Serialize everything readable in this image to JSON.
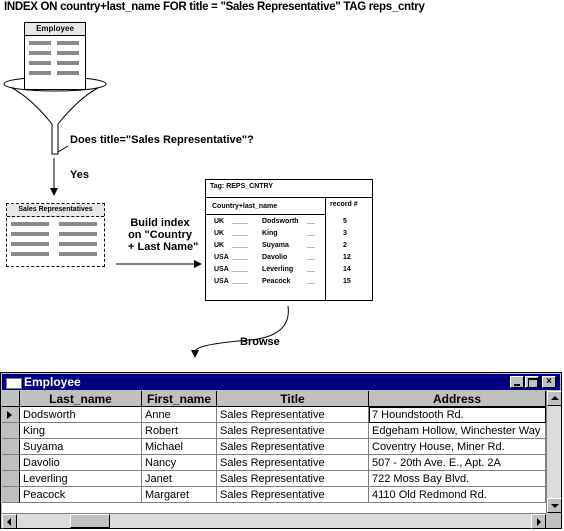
{
  "command": "INDEX ON country+last_name FOR title = \"Sales Representative\" TAG reps_cntry",
  "diagram": {
    "source_label": "Employee",
    "question": "Does title=\"Sales Representative\"?",
    "yes": "Yes",
    "filtered_label": "Sales Representatives",
    "build_line1": "Build index",
    "build_line2": "on \"Country",
    "build_line3": "+ Last Name\"",
    "browse": "Browse",
    "index": {
      "tag": "Tag: REPS_CNTRY",
      "key_header": "Country+last_name",
      "rec_header": "record #",
      "rows": [
        {
          "country": "UK",
          "name": "Dodsworth",
          "rec": "5"
        },
        {
          "country": "UK",
          "name": "King",
          "rec": "3"
        },
        {
          "country": "UK",
          "name": "Suyama",
          "rec": "2"
        },
        {
          "country": "USA",
          "name": "Davolio",
          "rec": "12"
        },
        {
          "country": "USA",
          "name": "Leverling",
          "rec": "14"
        },
        {
          "country": "USA",
          "name": "Peacock",
          "rec": "15"
        }
      ]
    }
  },
  "window": {
    "title": "Employee",
    "columns": [
      "Last_name",
      "First_name",
      "Title",
      "Address"
    ],
    "rows": [
      [
        "Dodsworth",
        "Anne",
        "Sales Representative",
        "7 Houndstooth Rd."
      ],
      [
        "King",
        "Robert",
        "Sales Representative",
        "Edgeham Hollow, Winchester Way"
      ],
      [
        "Suyama",
        "Michael",
        "Sales Representative",
        "Coventry House, Miner Rd."
      ],
      [
        "Davolio",
        "Nancy",
        "Sales Representative",
        "507 - 20th Ave. E., Apt. 2A"
      ],
      [
        "Leverling",
        "Janet",
        "Sales Representative",
        "722 Moss Bay Blvd."
      ],
      [
        "Peacock",
        "Margaret",
        "Sales Representative",
        "4110 Old Redmond Rd."
      ]
    ]
  }
}
